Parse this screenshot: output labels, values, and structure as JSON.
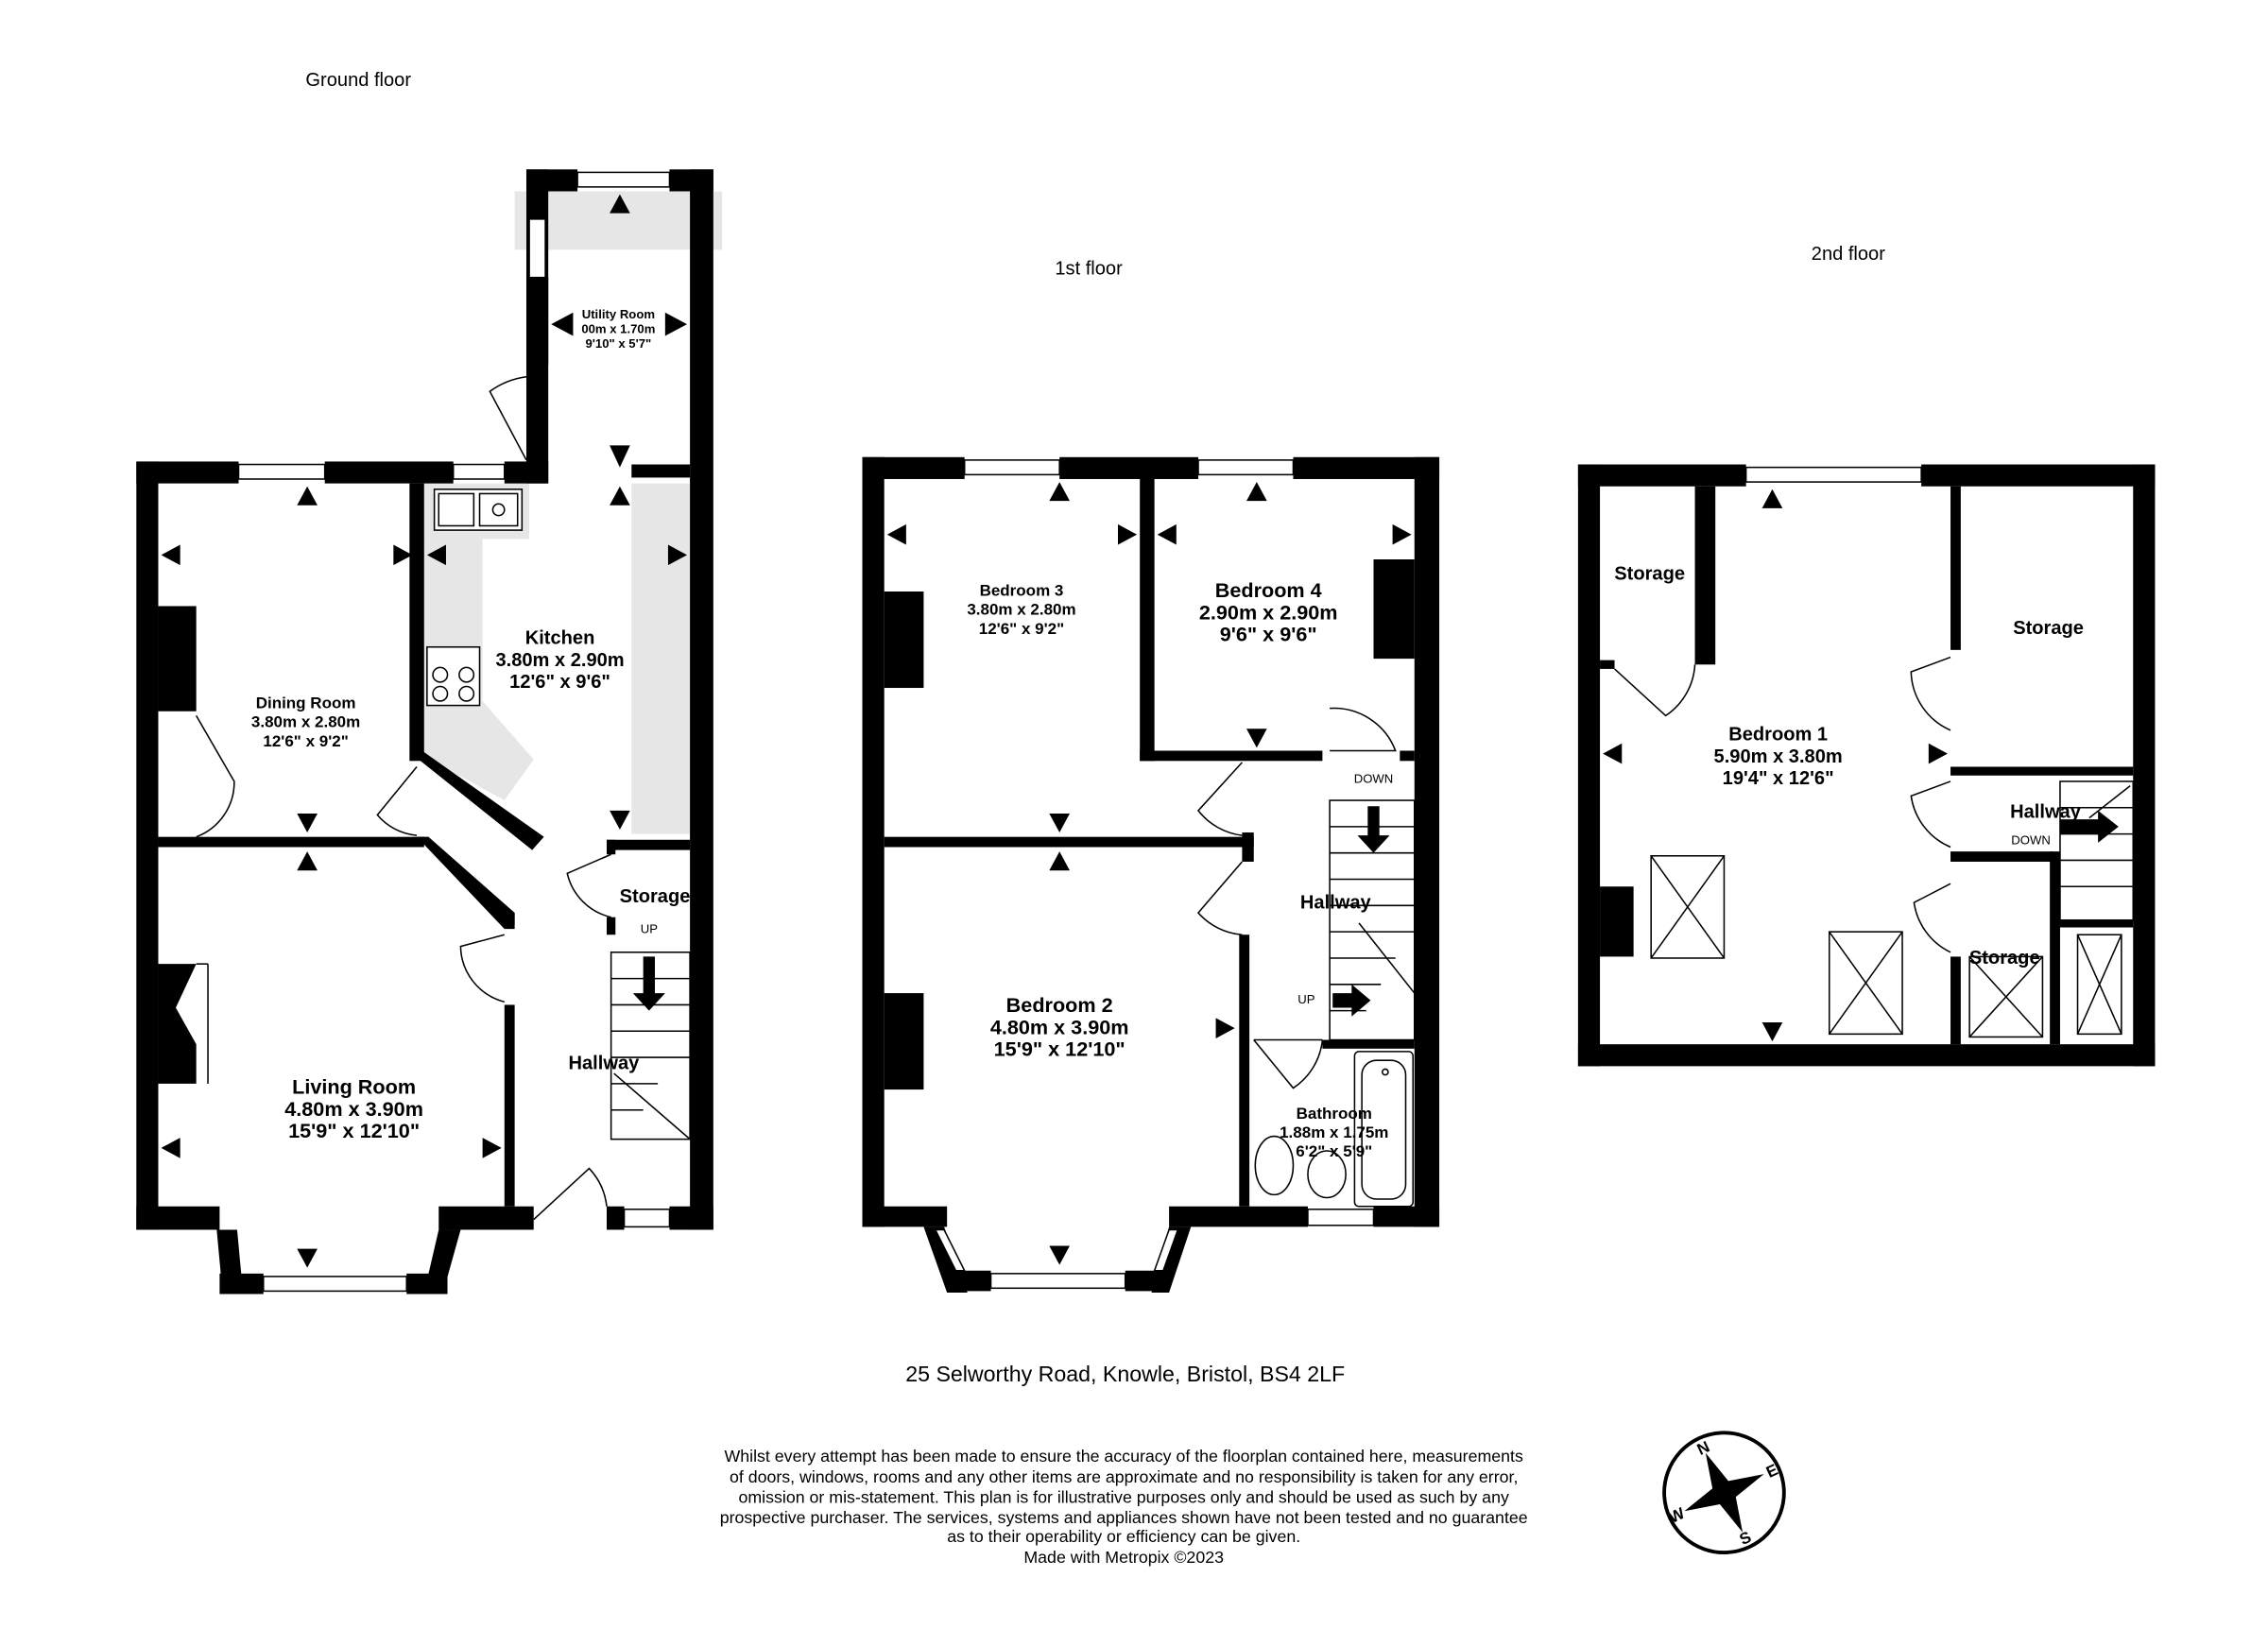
{
  "floors": {
    "ground": {
      "label": "Ground floor",
      "rooms": {
        "utility": {
          "name": "Utility Room",
          "metric": "00m  x 1.70m",
          "imperial": "9'10\"  x 5'7\""
        },
        "kitchen": {
          "name": "Kitchen",
          "metric": "3.80m  x 2.90m",
          "imperial": "12'6\"  x 9'6\""
        },
        "dining": {
          "name": "Dining Room",
          "metric": "3.80m  x 2.80m",
          "imperial": "12'6\"  x 9'2\""
        },
        "living": {
          "name": "Living Room",
          "metric": "4.80m  x 3.90m",
          "imperial": "15'9\"  x 12'10\""
        },
        "storage": {
          "name": "Storage"
        },
        "hallway": {
          "name": "Hallway"
        }
      },
      "stairs_label": "UP"
    },
    "first": {
      "label": "1st floor",
      "rooms": {
        "bedroom3": {
          "name": "Bedroom 3",
          "metric": "3.80m  x 2.80m",
          "imperial": "12'6\"  x 9'2\""
        },
        "bedroom4": {
          "name": "Bedroom 4",
          "metric": "2.90m  x 2.90m",
          "imperial": "9'6\"  x 9'6\""
        },
        "bedroom2": {
          "name": "Bedroom 2",
          "metric": "4.80m  x 3.90m",
          "imperial": "15'9\"  x 12'10\""
        },
        "hallway": {
          "name": "Hallway"
        },
        "bathroom": {
          "name": "Bathroom",
          "metric": "1.88m  x 1.75m",
          "imperial": "6'2\"  x 5'9\""
        }
      },
      "stairs_down": "DOWN",
      "stairs_up": "UP"
    },
    "second": {
      "label": "2nd floor",
      "rooms": {
        "storage_left": {
          "name": "Storage"
        },
        "storage_right": {
          "name": "Storage"
        },
        "bedroom1": {
          "name": "Bedroom 1",
          "metric": "5.90m  x 3.80m",
          "imperial": "19'4\"  x 12'6\""
        },
        "hallway": {
          "name": "Hallway"
        },
        "storage_small": {
          "name": "Storage"
        }
      },
      "stairs_down": "DOWN"
    }
  },
  "address": "25 Selworthy Road, Knowle, Bristol, BS4 2LF",
  "disclaimer": [
    "Whilst every attempt has been made to ensure the accuracy of the floorplan contained here, measurements",
    "of doors, windows, rooms and any other items are approximate and no responsibility is taken for any error,",
    "omission or mis-statement. This plan is for illustrative purposes only and should be used as such by any",
    "prospective purchaser. The services, systems and appliances shown have not been tested and no guarantee",
    "as to their operability or efficiency can be given.",
    "Made with Metropix ©2023"
  ],
  "compass": {
    "n": "N",
    "e": "E",
    "s": "S",
    "w": "W",
    "icon": "compass-rose-icon"
  }
}
